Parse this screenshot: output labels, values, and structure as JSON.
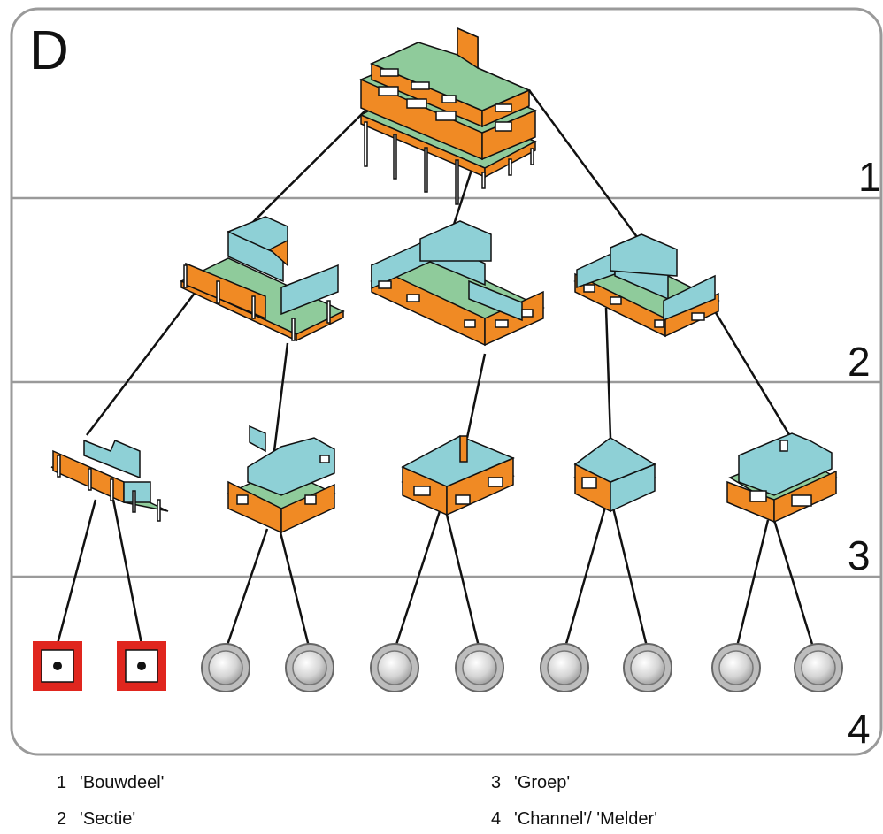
{
  "panel_letter": "D",
  "levels": [
    {
      "number": "1",
      "name": "'Bouwdeel'"
    },
    {
      "number": "2",
      "name": "'Sectie'"
    },
    {
      "number": "3",
      "name": "'Groep'"
    },
    {
      "number": "4",
      "name": "'Channel'/ 'Melder'"
    }
  ],
  "node_counts": {
    "building": 1,
    "sections": 3,
    "groups": 5,
    "manual_call_points": 2,
    "detectors": 8
  },
  "colors": {
    "wall_orange": "#F08A24",
    "floor_green": "#8FCB9B",
    "wall_blue": "#8ED0D6",
    "call_point_red": "#E0261E",
    "detector_gray": "#BDBDBD",
    "frame_gray": "#999999",
    "line_black": "#111111"
  }
}
